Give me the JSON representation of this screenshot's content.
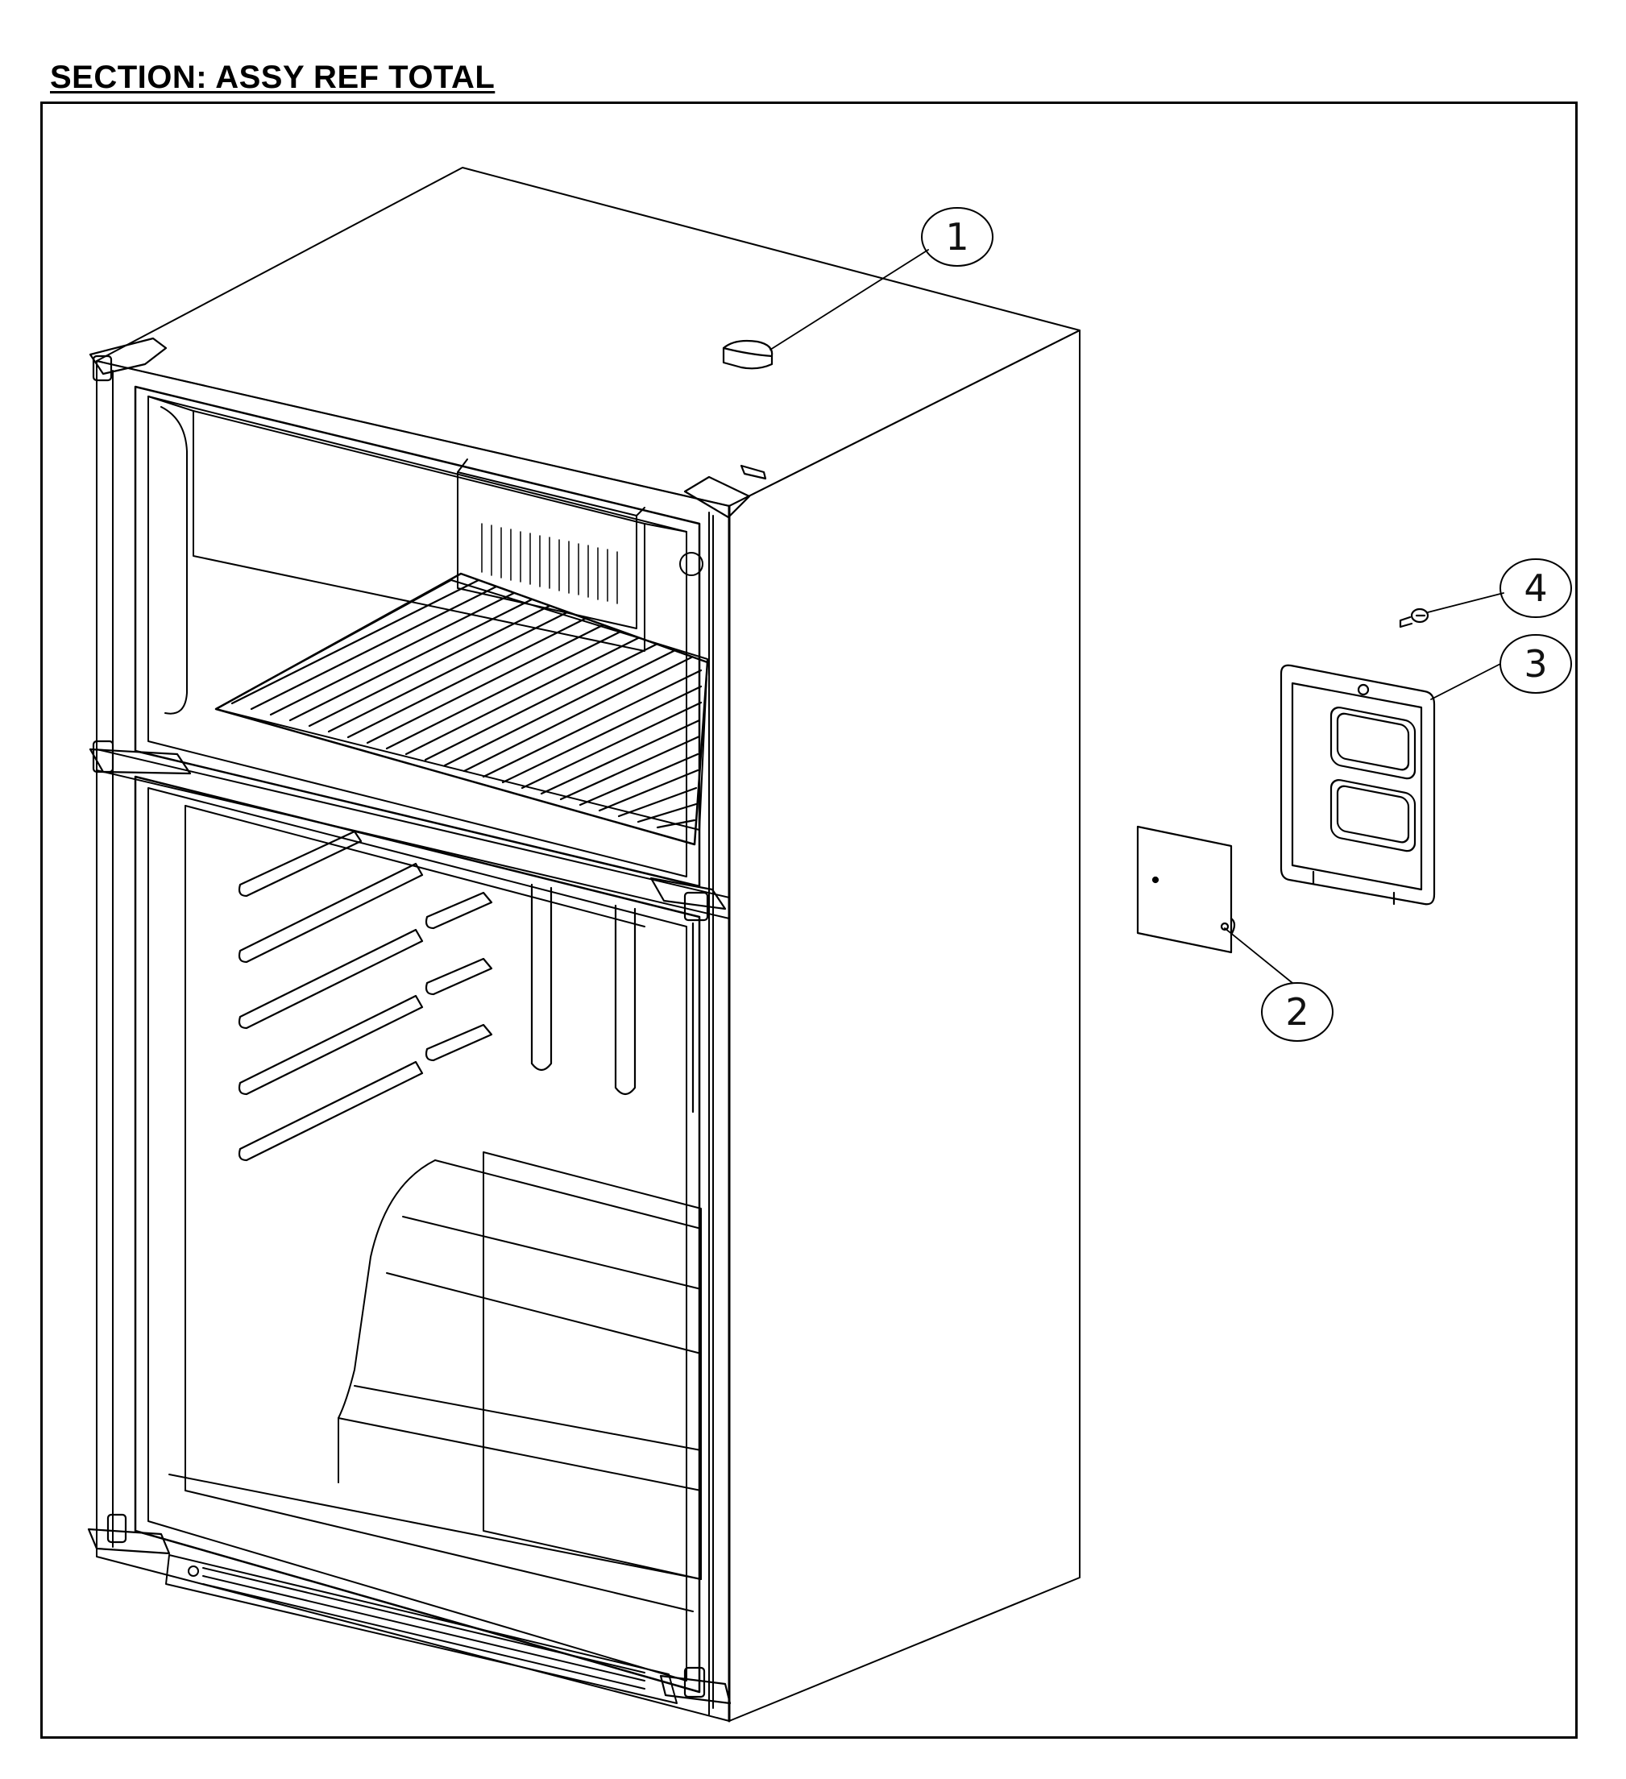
{
  "section": {
    "title": "SECTION: ASSY REF TOTAL"
  },
  "callouts": [
    {
      "label": "1",
      "part": "top-cap"
    },
    {
      "label": "2",
      "part": "cover-plate"
    },
    {
      "label": "3",
      "part": "control-housing"
    },
    {
      "label": "4",
      "part": "screw"
    }
  ],
  "colors": {
    "line": "#000000",
    "background": "#ffffff"
  }
}
